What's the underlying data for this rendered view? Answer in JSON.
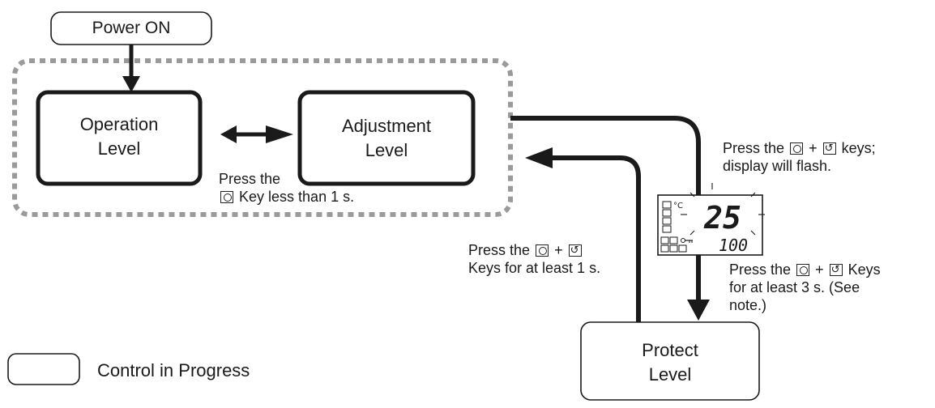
{
  "boxes": {
    "power_on": "Power ON",
    "operation": [
      "Operation",
      "Level"
    ],
    "adjustment": [
      "Adjustment",
      "Level"
    ],
    "protect": [
      "Protect",
      "Level"
    ]
  },
  "notes": {
    "mode_key_short": [
      "Press the",
      "Key less than 1 s."
    ],
    "flash": [
      "Press the",
      "+",
      "keys;",
      "display will flash."
    ],
    "return_protect": [
      "Press the",
      "+",
      "Keys for at least 1 s."
    ],
    "enter_protect": [
      "Press the",
      "+",
      "Keys",
      "for at least 3 s. (See",
      "note.)"
    ]
  },
  "display": {
    "value_top": "25",
    "value_bottom": "100",
    "unit": "°C"
  },
  "legend": {
    "label": "Control in Progress"
  },
  "icons": {
    "mode_key": "mode-key-icon",
    "level_key": "level-key-icon"
  },
  "colors": {
    "line": "#1a1a1a",
    "dotted_region": "#9a9a9a"
  }
}
